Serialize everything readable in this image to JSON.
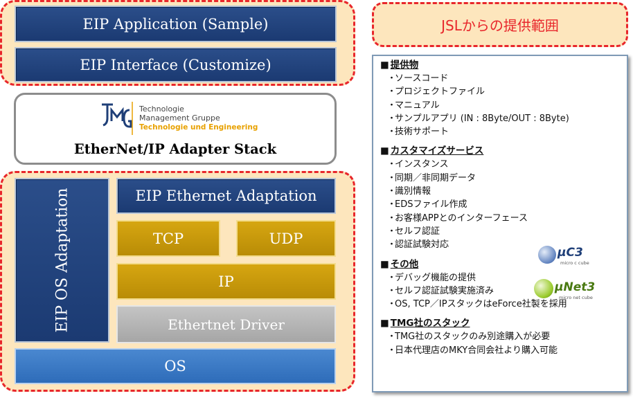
{
  "stack": {
    "eip_application": "EIP Application (Sample)",
    "eip_interface": "EIP Interface (Customize)",
    "adapter_stack_label": "EtherNet/IP Adapter Stack",
    "logo": {
      "line1": "Technologie",
      "line2": "Management Gruppe",
      "line3": "Technologie und Engineering"
    },
    "eip_os_adaptation": "EIP OS Adaptation",
    "eip_ethernet_adaptation": "EIP Ethernet Adaptation",
    "tcp": "TCP",
    "udp": "UDP",
    "ip": "IP",
    "ethernet_driver": "Ethertnet Driver",
    "os": "OS"
  },
  "scope_title": "JSLからの提供範囲",
  "panel": {
    "sections": [
      {
        "title": "提供物",
        "items": [
          "ソースコード",
          "プロジェクトファイル",
          "マニュアル",
          "サンプルアプリ (IN : 8Byte/OUT : 8Byte)",
          "技術サポート"
        ]
      },
      {
        "title": "カスタマイズサービス",
        "items": [
          "インスタンス",
          "同期／非同期データ",
          "識別情報",
          "EDSファイル作成",
          "お客様APPとのインターフェース",
          "セルフ認証",
          "認証試験対応"
        ]
      },
      {
        "title": "その他",
        "items": [
          "デバッグ機能の提供",
          "セルフ認証試験実施済み",
          "OS, TCP／IPスタックはeForce社製を採用"
        ]
      },
      {
        "title": "TMG社のスタック",
        "items": [
          "TMG社のスタックのみ別途購入が必要",
          "日本代理店のMKY合同会社より購入可能"
        ]
      }
    ],
    "logos": {
      "uc3_text": "μC3",
      "uc3_sub": "micro c cube",
      "unet3_text": "μNet3",
      "unet3_sub": "micro net cube"
    }
  },
  "colors": {
    "dash_red": "#e8262b",
    "peach": "#fde6bd",
    "navy": "#1f3f78",
    "gold": "#c99a0c",
    "gray": "#b4b4b4",
    "blue": "#3b7bc6"
  }
}
